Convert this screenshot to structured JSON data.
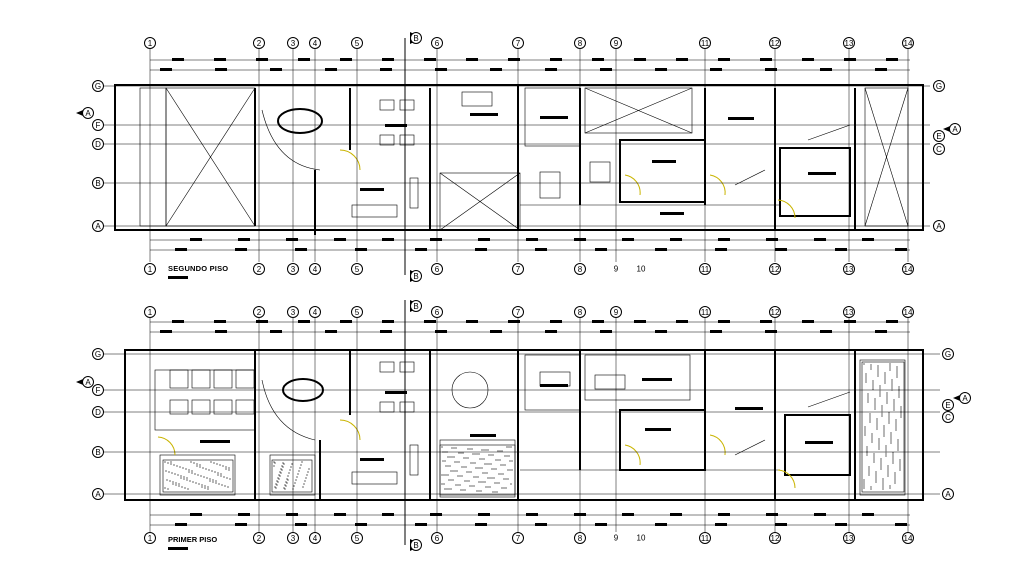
{
  "drawing": {
    "upper_plan_title": "SEGUNDO PISO",
    "lower_plan_title": "PRIMER PISO",
    "column_axes_upper_top": [
      "1",
      "2",
      "3",
      "4",
      "5",
      "6",
      "7",
      "8",
      "9",
      "11",
      "12",
      "13",
      "14"
    ],
    "column_axes_upper_bottom": [
      "1",
      "2",
      "3",
      "4",
      "5",
      "6",
      "7",
      "8",
      "9",
      "10",
      "11",
      "12",
      "13",
      "14"
    ],
    "column_axes_lower_top": [
      "1",
      "2",
      "3",
      "4",
      "5",
      "6",
      "7",
      "8",
      "9",
      "11",
      "12",
      "13",
      "14"
    ],
    "column_axes_lower_bottom": [
      "1",
      "2",
      "3",
      "4",
      "5",
      "6",
      "7",
      "8",
      "9",
      "10",
      "11",
      "12",
      "13",
      "14"
    ],
    "row_axes_left": [
      "G",
      "F",
      "D",
      "B",
      "A"
    ],
    "row_axes_right": [
      "G",
      "E",
      "C",
      "A"
    ],
    "section_marker": "B",
    "section_arrow_marker": "A"
  }
}
